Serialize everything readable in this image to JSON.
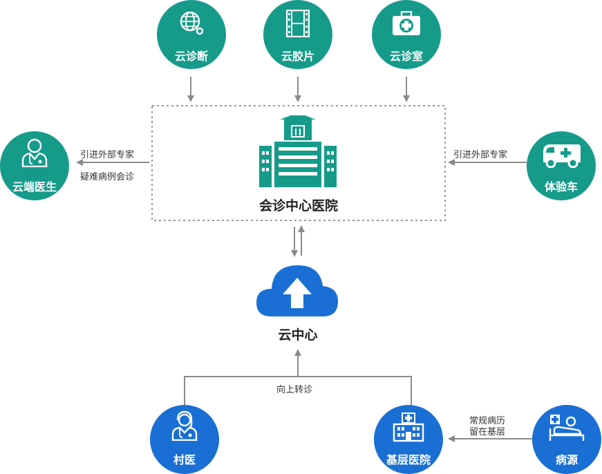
{
  "top_nodes": {
    "cloud_diagnosis": "云诊断",
    "cloud_film": "云胶片",
    "cloud_clinic": "云诊室"
  },
  "center": {
    "title": "会诊中心医院"
  },
  "left_node": {
    "label": "云端医生",
    "arrow_upper": "引进外部专家",
    "arrow_lower": "疑难病例会诊"
  },
  "right_node": {
    "label": "体验车",
    "arrow_label": "引进外部专家"
  },
  "cloud_center": {
    "label": "云中心"
  },
  "bottom": {
    "referral_label": "向上转诊",
    "village_doctor": "村医",
    "primary_hospital": "基层医院",
    "patient_source": "病源",
    "retain_line1": "常规病历",
    "retain_line2": "留在基层"
  },
  "colors": {
    "teal": "#169b8b",
    "blue": "#1a6fd4",
    "arrow": "#8a8a8a",
    "dashed_box": "#999999"
  }
}
